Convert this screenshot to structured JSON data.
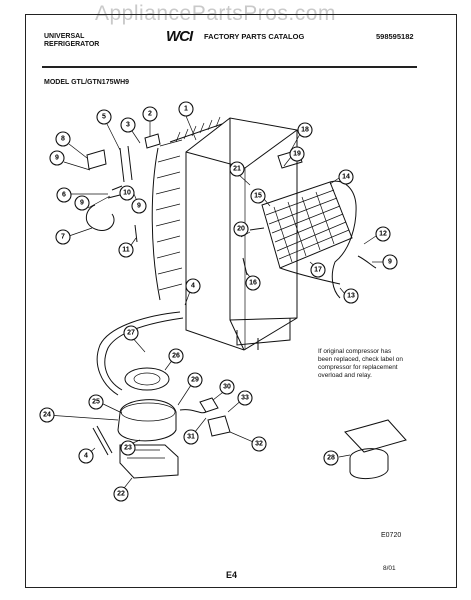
{
  "watermark": "AppliancePartsPros.com",
  "header": {
    "brand_line1": "UNIVERSAL",
    "brand_line2": "REFRIGERATOR",
    "logo": "WCI",
    "catalog": "FACTORY PARTS CATALOG",
    "part_number": "598595182"
  },
  "model_label": "MODEL GTL/GTN175WH9",
  "note": {
    "line1": "If original compressor has",
    "line2": "been replaced, check label on",
    "line3": "compressor for replacement",
    "line4": "overload and relay."
  },
  "figure_code": "E0720",
  "page_label": "E4",
  "date_code": "8/01",
  "callouts": {
    "c1": "1",
    "c2": "2",
    "c3": "3",
    "c4": "4",
    "c5": "5",
    "c6": "6",
    "c7": "7",
    "c8": "8",
    "c9a": "9",
    "c9b": "9",
    "c9c": "9",
    "c9d": "9",
    "c10": "10",
    "c11": "11",
    "c12": "12",
    "c13": "13",
    "c14": "14",
    "c15": "15",
    "c16": "16",
    "c17": "17",
    "c18": "18",
    "c19": "19",
    "c20": "20",
    "c21": "21",
    "c22": "22",
    "c23": "23",
    "c24": "24",
    "c25": "25",
    "c26": "26",
    "c27": "27",
    "c28": "28",
    "c29": "29",
    "c30": "30",
    "c31": "31",
    "c32": "32",
    "c33": "33",
    "c4b": "4"
  }
}
